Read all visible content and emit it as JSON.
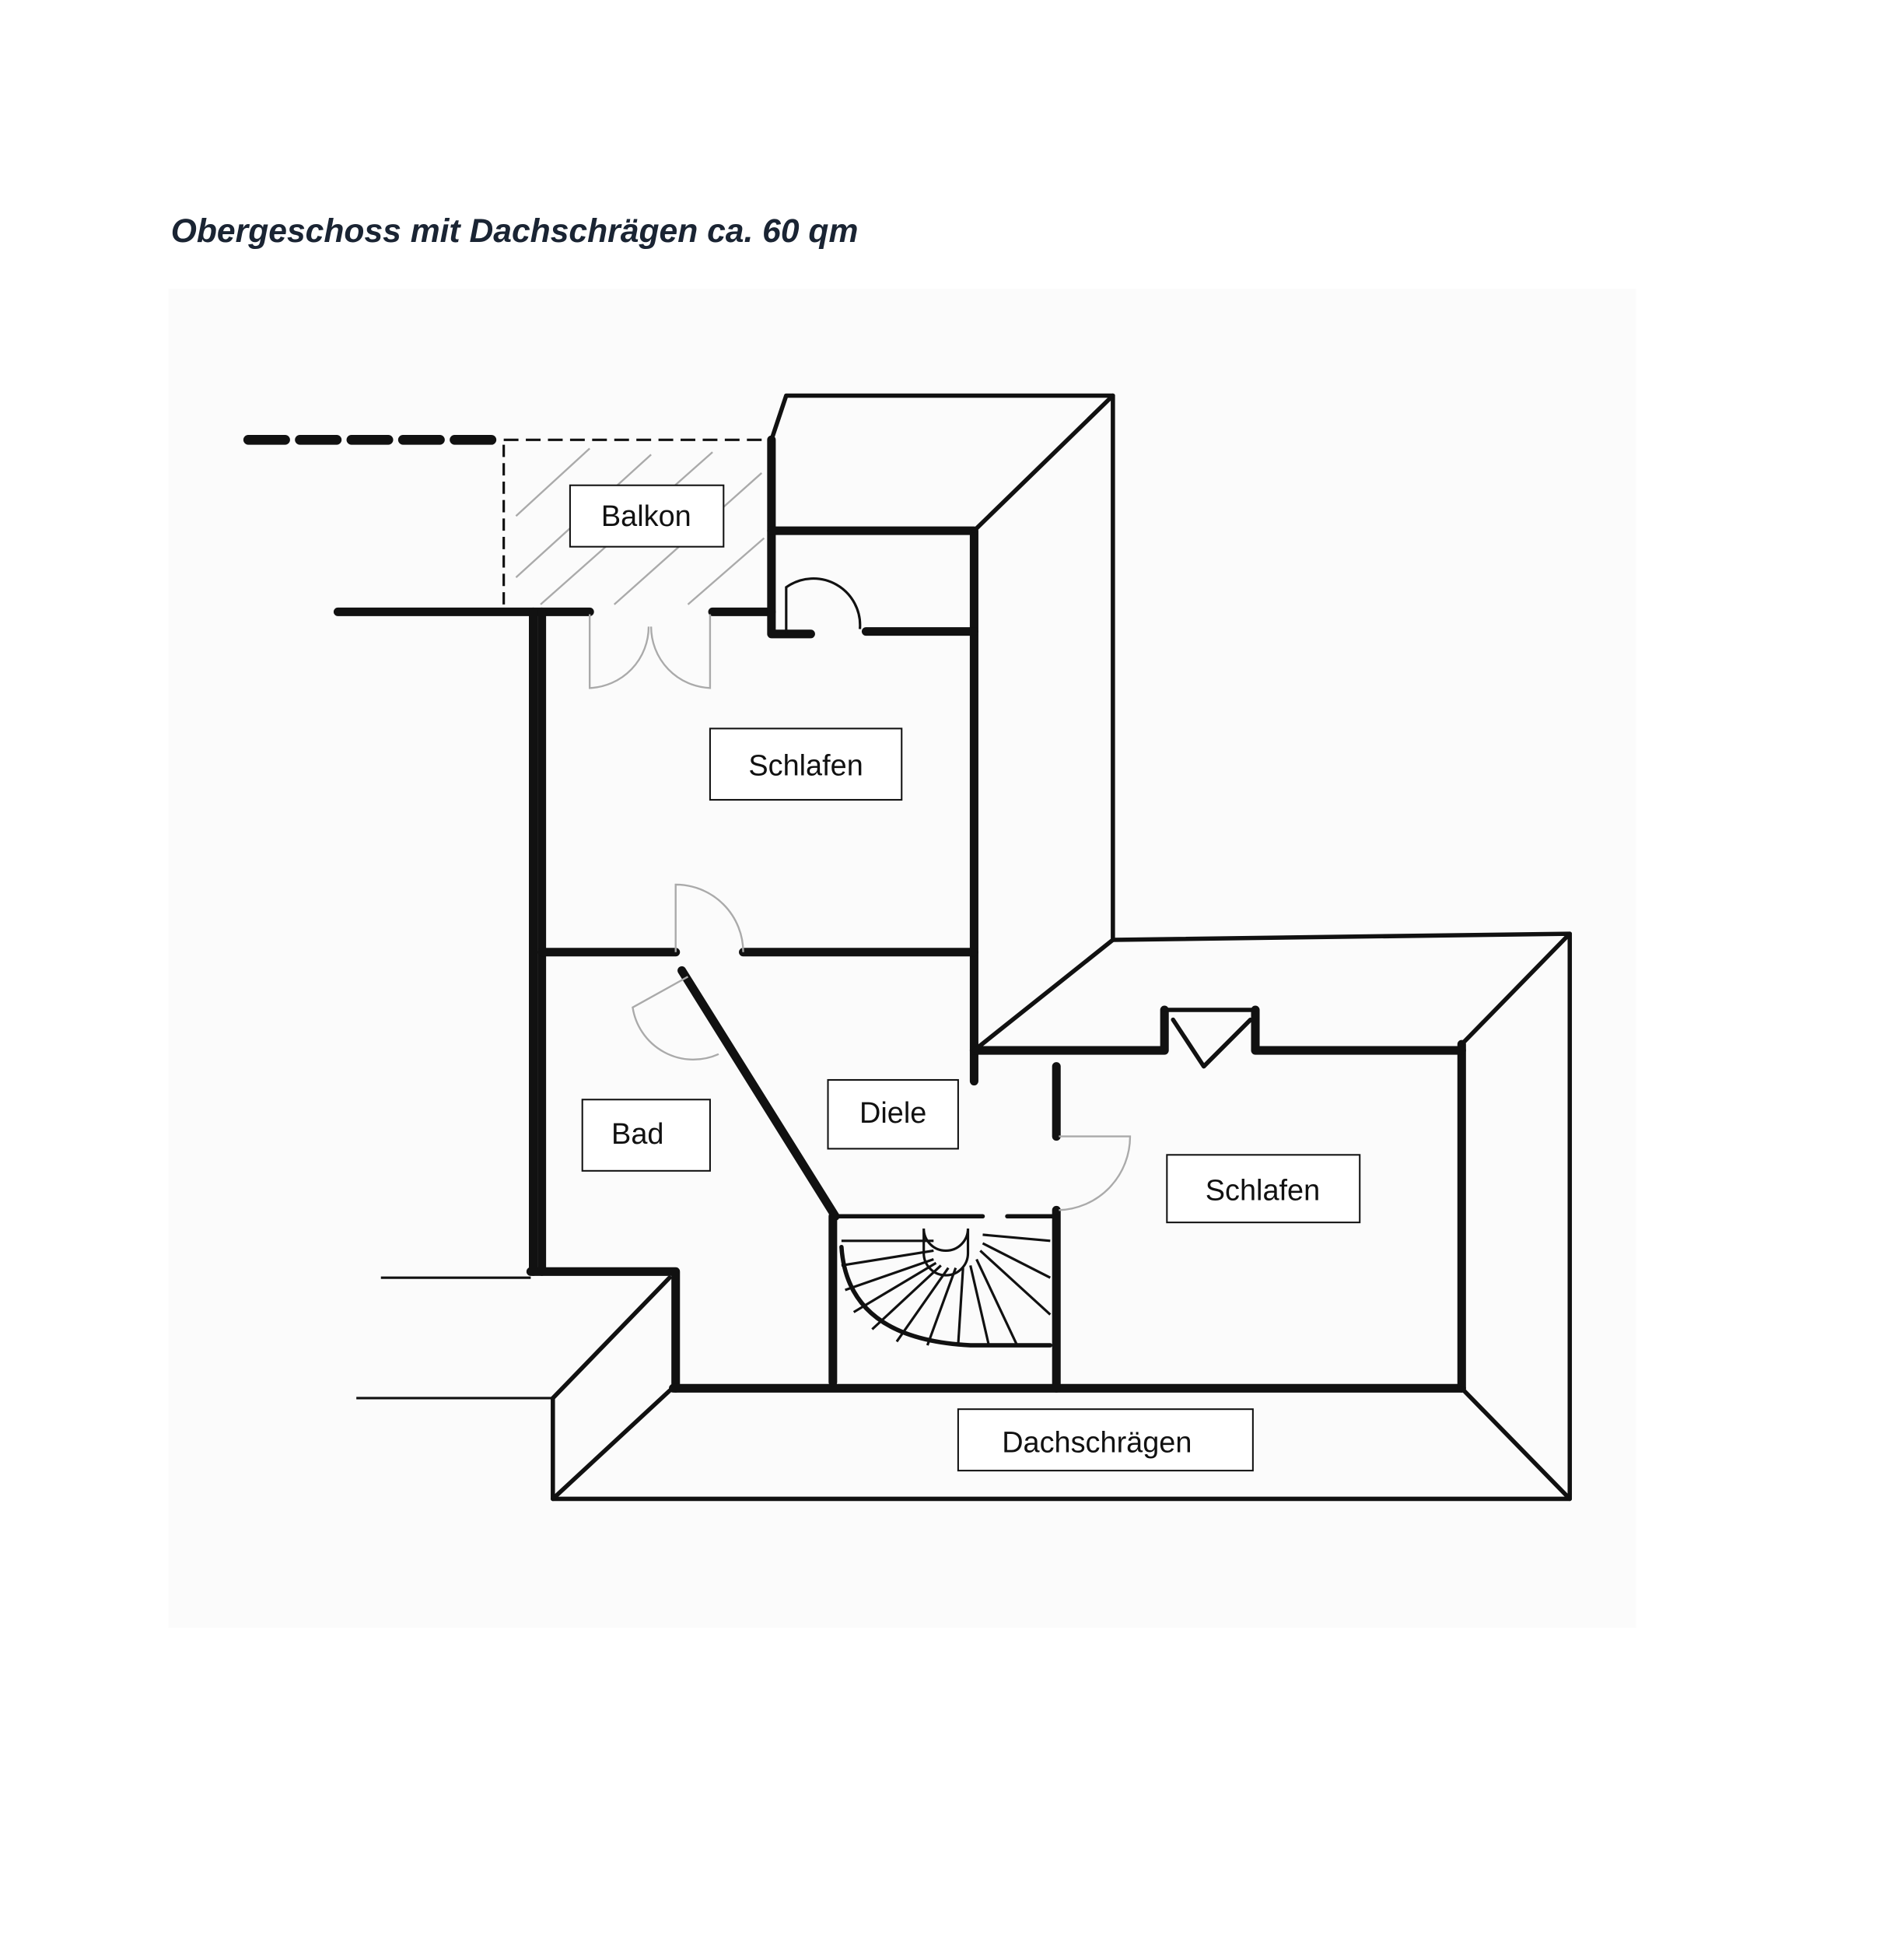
{
  "title": "Obergeschoss mit Dachschrägen ca. 60 qm",
  "rooms": {
    "balkon": "Balkon",
    "schlafen_1": "Schlafen",
    "bad": "Bad",
    "diele": "Diele",
    "schlafen_2": "Schlafen",
    "dachschraegen": "Dachschrägen"
  }
}
